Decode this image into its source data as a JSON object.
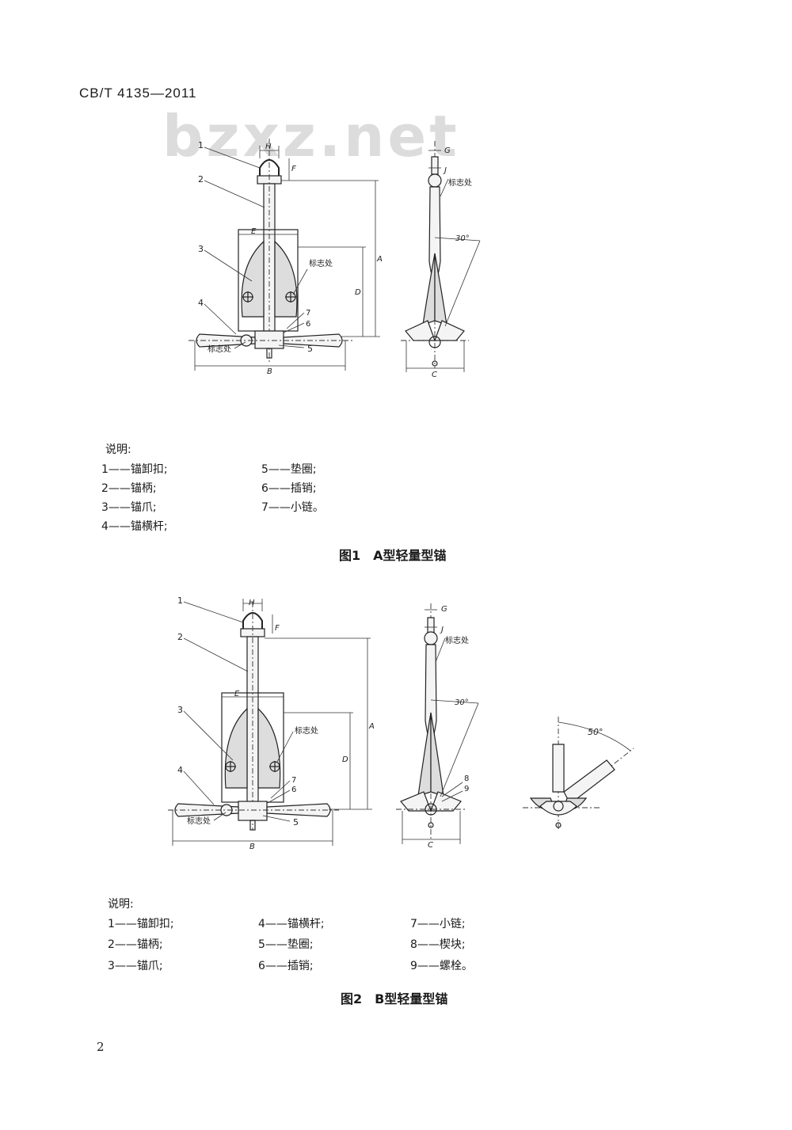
{
  "header": {
    "doc_code": "CB/T 4135—2011",
    "watermark": "bzxz.net"
  },
  "callouts": {
    "n1": "1",
    "n2": "2",
    "n3": "3",
    "n4": "4",
    "n5": "5",
    "n6": "6",
    "n7": "7",
    "n8": "8",
    "n9": "9",
    "mark": "标志处",
    "H": "H",
    "F": "F",
    "E": "E",
    "D": "D",
    "A": "A",
    "B": "B",
    "C": "C",
    "G": "G",
    "J": "J",
    "angle30": "30°",
    "angle50": "50°"
  },
  "figure1": {
    "legend_title": "说明:",
    "legend": [
      "1——锚卸扣;",
      "2——锚柄;",
      "3——锚爪;",
      "4——锚横杆;",
      "5——垫圈;",
      "6——插销;",
      "7——小链。"
    ],
    "caption": "图1　A型轻量型锚"
  },
  "figure2": {
    "legend_title": "说明:",
    "legend": [
      "1——锚卸扣;",
      "2——锚柄;",
      "3——锚爪;",
      "4——锚横杆;",
      "5——垫圈;",
      "6——插销;",
      "7——小链;",
      "8——楔块;",
      "9——螺栓。"
    ],
    "caption": "图2　B型轻量型锚"
  },
  "footer": {
    "page_number": "2"
  }
}
